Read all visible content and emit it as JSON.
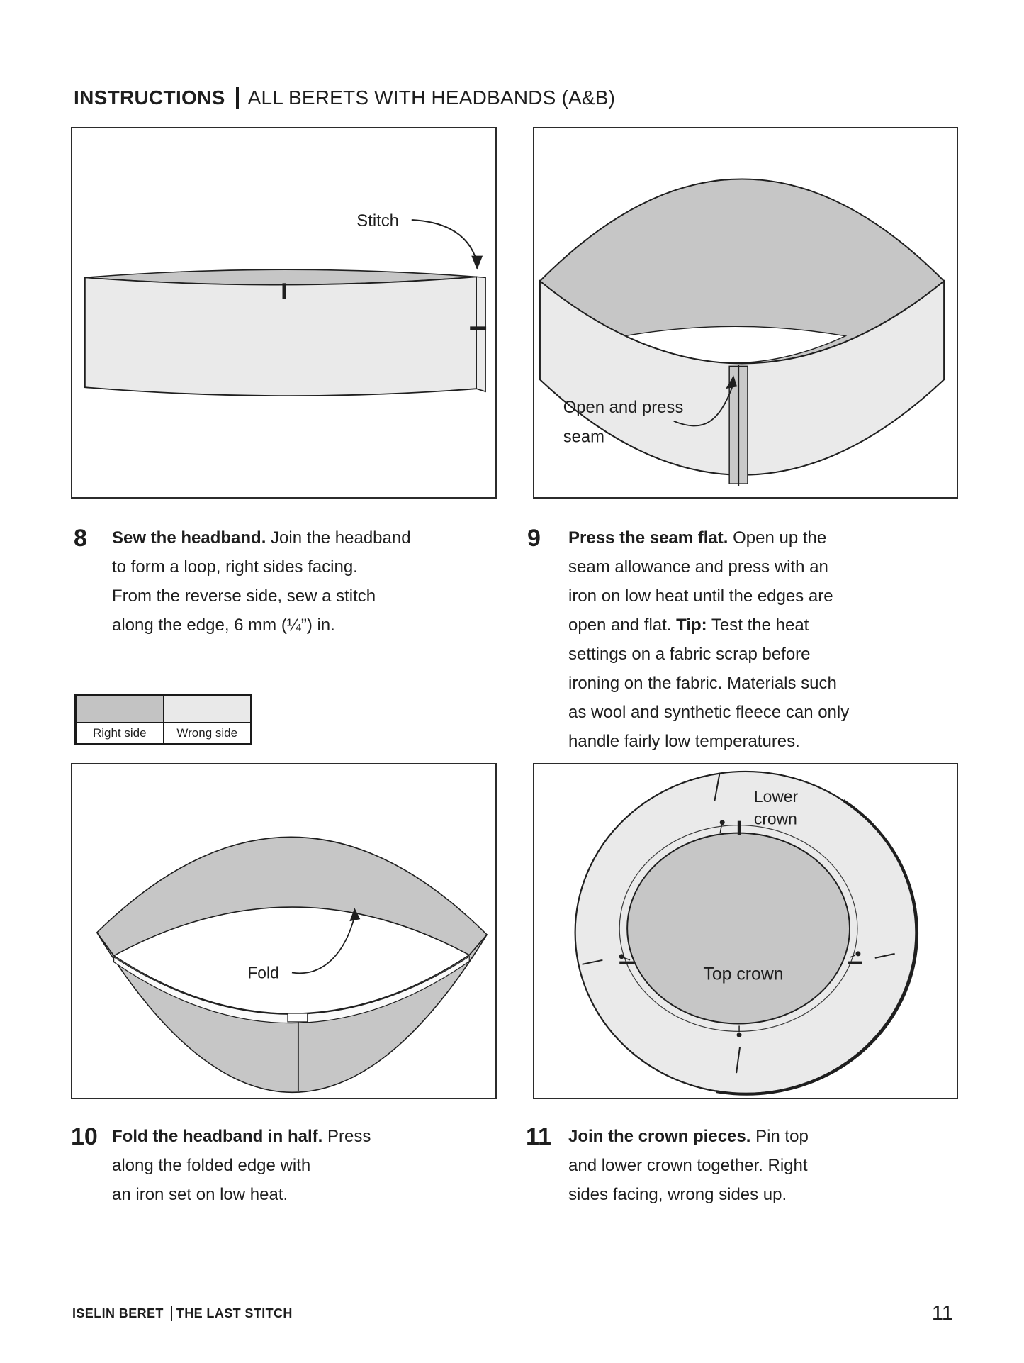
{
  "header": {
    "title": "INSTRUCTIONS",
    "subtitle": "ALL BERETS WITH HEADBANDS (A&B)"
  },
  "figures": {
    "fig8": {
      "stitch_label": "Stitch"
    },
    "fig9": {
      "open_press_line1": "Open and press",
      "open_press_line2": "seam"
    },
    "fig10": {
      "fold_label": "Fold"
    },
    "fig11": {
      "lower_crown_line1": "Lower",
      "lower_crown_line2": "crown",
      "top_crown_label": "Top crown"
    }
  },
  "steps": [
    {
      "number": "8",
      "lead": "Sew the headband.",
      "after_lead": " Join the headband",
      "lines": [
        "to form a loop, right sides facing.",
        "From the reverse side, sew a stitch",
        "along the edge, 6 mm (¼”) in."
      ]
    },
    {
      "number": "9",
      "lead": "Press the seam flat.",
      "after_lead": " Open up the",
      "lines": [
        "seam allowance and press with an",
        "iron on low heat until the edges are"
      ],
      "tip_before": "open and flat. ",
      "tip_label": "Tip:",
      "tip_after": " Test the heat",
      "lines2": [
        "settings on a fabric scrap before",
        "ironing on the fabric. Materials such",
        "as wool and synthetic fleece can only",
        "handle fairly low temperatures."
      ]
    },
    {
      "number": "10",
      "lead": "Fold the headband in half.",
      "after_lead": " Press",
      "lines": [
        "along the folded edge with",
        "an iron set on low heat."
      ]
    },
    {
      "number": "11",
      "lead": "Join the crown pieces.",
      "after_lead": " Pin top",
      "lines": [
        "and lower crown together. Right",
        "sides facing, wrong sides up."
      ]
    }
  ],
  "legend": {
    "items": [
      {
        "label": "Right side",
        "color": "#c3c3c3"
      },
      {
        "label": "Wrong side",
        "color": "#e9e9e9"
      }
    ]
  },
  "colors": {
    "right_side_gray": "#c6c6c6",
    "wrong_side_gray": "#eaeaea",
    "line": "#1f1f1f"
  },
  "footer": {
    "left_brand": "ISELIN BERET",
    "left_title": "THE LAST STITCH",
    "page_number": "11"
  }
}
